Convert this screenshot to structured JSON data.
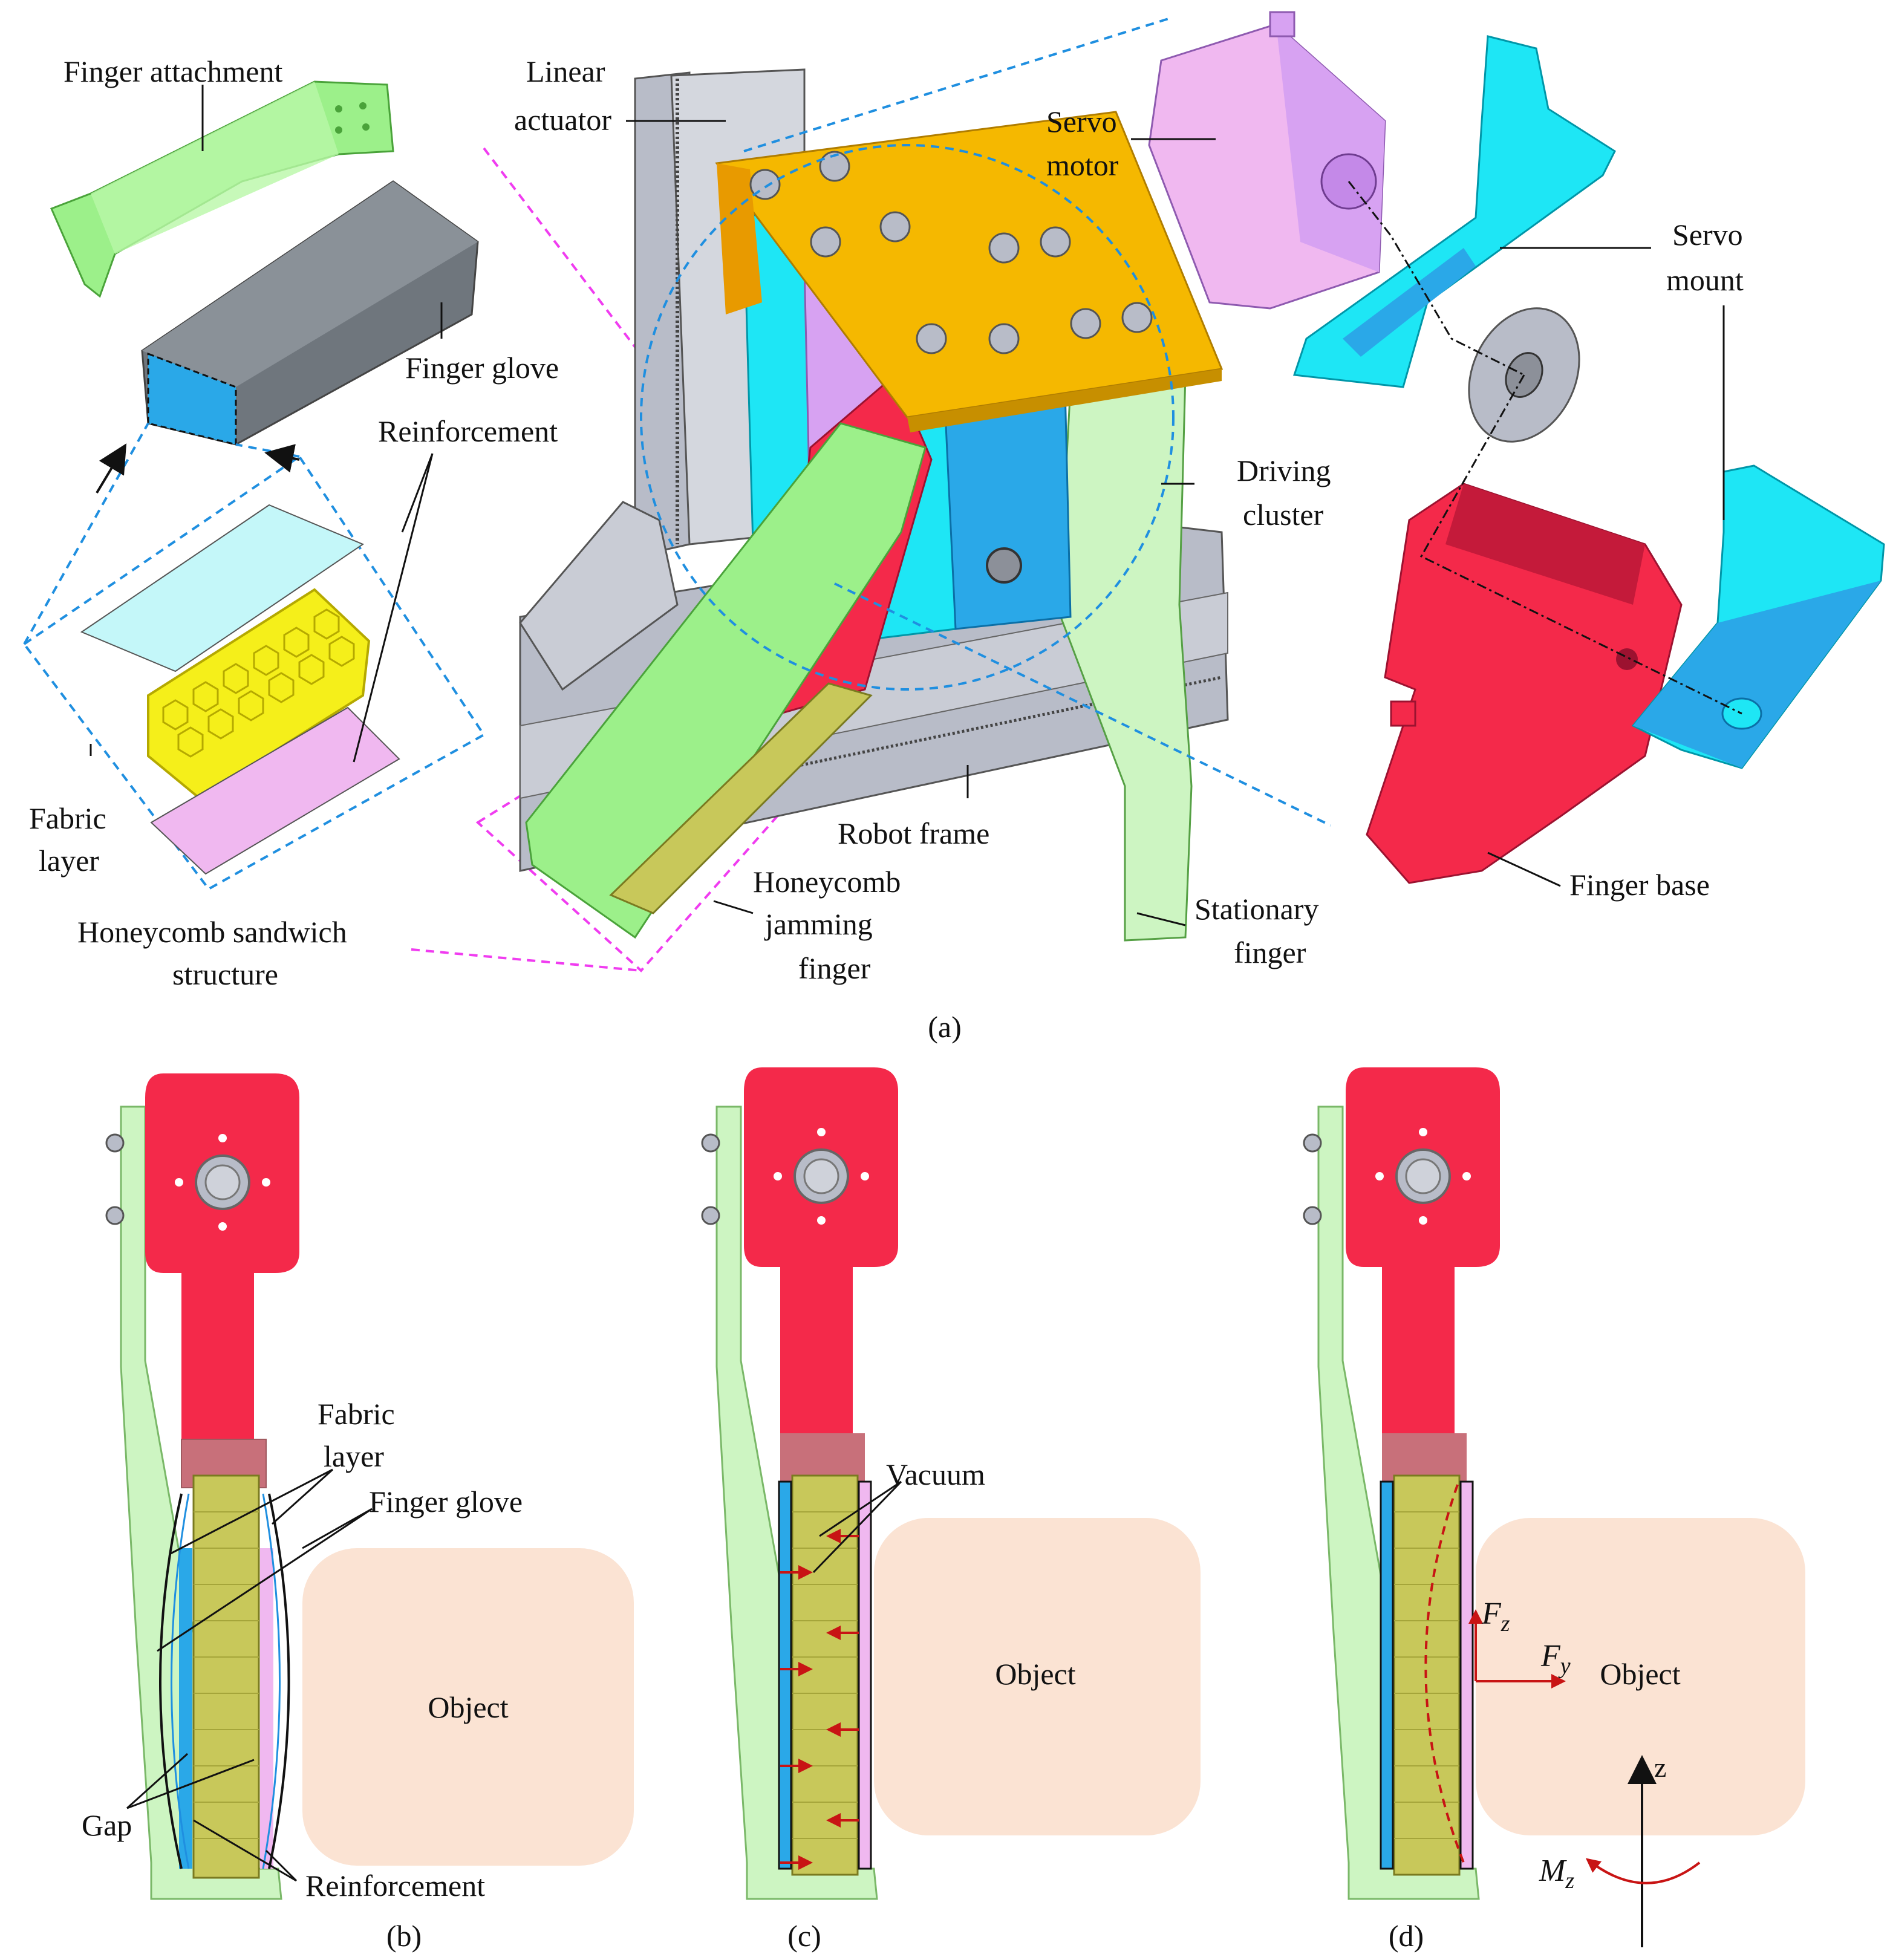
{
  "labels": {
    "finger_attachment": "Finger attachment",
    "finger_glove": "Finger glove",
    "reinforcement": "Reinforcement",
    "fabric_layer_1": "Fabric",
    "fabric_layer_2": "layer",
    "honeycomb_sandwich_1": "Honeycomb sandwich",
    "honeycomb_sandwich_2": "structure",
    "linear_actuator_1": "Linear",
    "linear_actuator_2": "actuator",
    "servo_motor_1": "Servo",
    "servo_motor_2": "motor",
    "servo_mount_1": "Servo",
    "servo_mount_2": "mount",
    "driving_cluster_1": "Driving",
    "driving_cluster_2": "cluster",
    "robot_frame": "Robot frame",
    "honeycomb_finger_1": "Honeycomb",
    "honeycomb_finger_2": "jamming",
    "honeycomb_finger_3": "finger",
    "stationary_finger_1": "Stationary",
    "stationary_finger_2": "finger",
    "finger_base": "Finger base"
  },
  "panel_b": {
    "fabric_layer_1": "Fabric",
    "fabric_layer_2": "layer",
    "finger_glove": "Finger glove",
    "gap": "Gap",
    "reinforcement": "Reinforcement",
    "object": "Object"
  },
  "panel_c": {
    "vacuum": "Vacuum",
    "object": "Object"
  },
  "panel_d": {
    "fz_main": "F",
    "fz_sub": "z",
    "fy_main": "F",
    "fy_sub": "y",
    "object": "Object",
    "z_axis": "z",
    "mz_main": "M",
    "mz_sub": "z"
  },
  "captions": {
    "a": "(a)",
    "b": "(b)",
    "c": "(c)",
    "d": "(d)"
  },
  "colors": {
    "green": "#9cf08a",
    "light_green": "#cdf5c2",
    "gray": "#6f767d",
    "cyan": "#1ee6f5",
    "blue": "#2aa8e8",
    "orange": "#f5b800",
    "pink": "#f0b8f0",
    "violet": "#d7a2f2",
    "red": "#f4294a",
    "yellow": "#f5ef1a",
    "olive": "#c8c85a",
    "object": "#fbe3d3",
    "frame": "#b8bcc8",
    "dash_blue": "#1f8fe0",
    "dash_magenta": "#f03cf0",
    "arrow_red": "#c81414"
  }
}
